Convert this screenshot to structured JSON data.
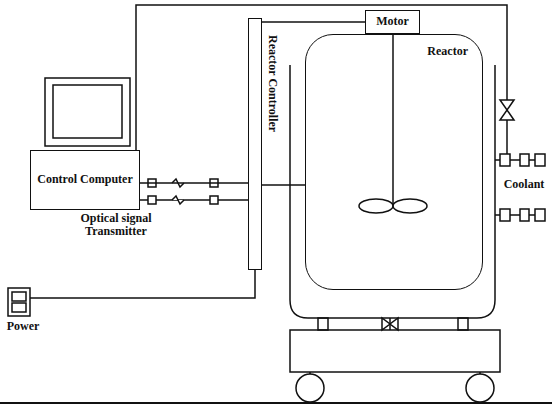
{
  "diagram": {
    "nodes": [
      {
        "text": [
          "Control Computer"
        ]
      },
      {
        "text": [
          "Reactor Controller"
        ]
      },
      {
        "text": [
          "Motor"
        ]
      },
      {
        "text": [
          "Reactor"
        ]
      }
    ],
    "edges": [
      {
        "from": 0,
        "to": 1,
        "arrow": "none"
      },
      {
        "from": 1,
        "to": 2,
        "arrow": "none"
      },
      {
        "from": 1,
        "to": 3,
        "arrow": "none"
      }
    ],
    "labels": [
      "Optical signal Transmitter",
      "Coolant",
      "Power"
    ]
  }
}
